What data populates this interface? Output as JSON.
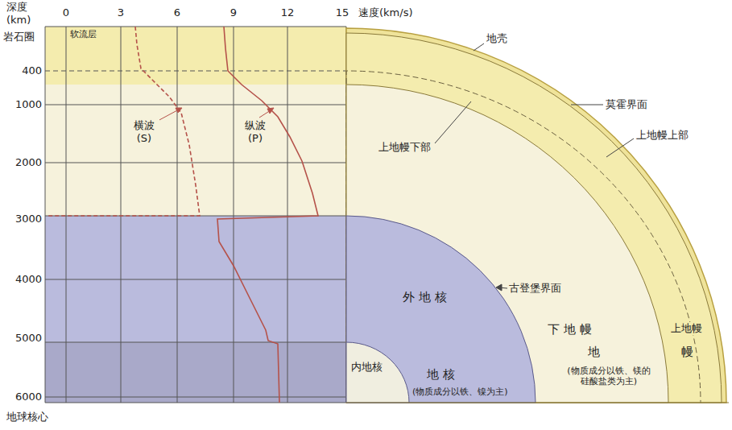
{
  "diagram": {
    "labels": [
      "深度 (km)",
      "0",
      "3",
      "6",
      "9",
      "12",
      "15",
      "速度(km/s)",
      "岩石圈",
      "软流层",
      "400",
      "地壳",
      "1000",
      "莫霍界面",
      "横波 (S)",
      "纵波 (P)",
      "上地幔上部",
      "上地幔下部",
      "2000",
      "3000",
      "外 地 核",
      "古登堡界面",
      "4000",
      "下 地 幔",
      "上地幔",
      "内地核",
      "5000",
      "地",
      "幔",
      "地 核",
      "(物质成分以铁、镍为主)",
      "(物质成分以铁、镁的硅酸盐类为主)",
      "6000",
      "地球核心"
    ]
  }
}
